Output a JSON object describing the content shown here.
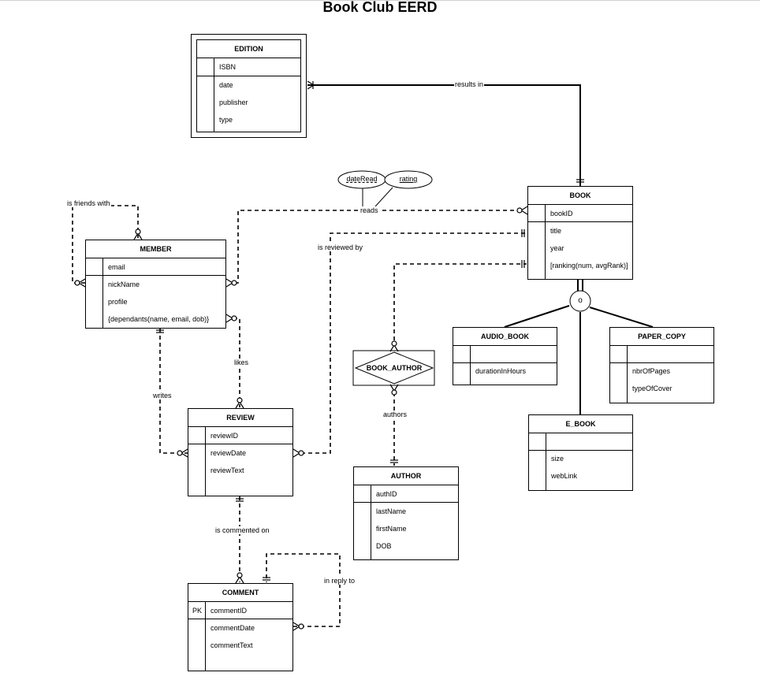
{
  "title": "Book Club EERD",
  "entities": {
    "edition": {
      "name": "EDITION",
      "pk": [
        "ISBN"
      ],
      "attrs": [
        "date",
        "publisher",
        "type"
      ]
    },
    "book": {
      "name": "BOOK",
      "pk": [
        "bookID"
      ],
      "attrs": [
        "title",
        "year",
        "[ranking(num, avgRank)]"
      ]
    },
    "member": {
      "name": "MEMBER",
      "pk": [
        "email"
      ],
      "attrs": [
        "nickName",
        "profile",
        "{dependants(name, email, dob)}"
      ]
    },
    "review": {
      "name": "REVIEW",
      "pk": [
        "reviewID"
      ],
      "attrs": [
        "reviewDate",
        "reviewText"
      ]
    },
    "comment": {
      "name": "COMMENT",
      "pk_marker": "PK",
      "pk": [
        "commentID"
      ],
      "attrs": [
        "commentDate",
        "commentText"
      ]
    },
    "author": {
      "name": "AUTHOR",
      "pk": [
        "authID"
      ],
      "attrs": [
        "lastName",
        "firstName",
        "DOB"
      ]
    },
    "audio_book": {
      "name": "AUDIO_BOOK",
      "pk": [],
      "attrs": [
        "durationInHours"
      ]
    },
    "paper_copy": {
      "name": "PAPER_COPY",
      "pk": [],
      "attrs": [
        "nbrOfPages",
        "typeOfCover"
      ]
    },
    "e_book": {
      "name": "E_BOOK",
      "pk": [],
      "attrs": [
        "size",
        "webLink"
      ]
    }
  },
  "associative": {
    "name": "BOOK_AUTHOR"
  },
  "relationship_attributes": [
    "dateRead",
    "rating"
  ],
  "disjoint_marker": "o",
  "relationships": {
    "results_in": "results in",
    "reads": "reads",
    "is_reviewed_by": "is reviewed by",
    "is_friends_with": "is friends with",
    "likes": "likes",
    "writes": "writes",
    "authors": "authors",
    "is_commented_on": "is commented on",
    "in_reply_to": "in reply to"
  }
}
